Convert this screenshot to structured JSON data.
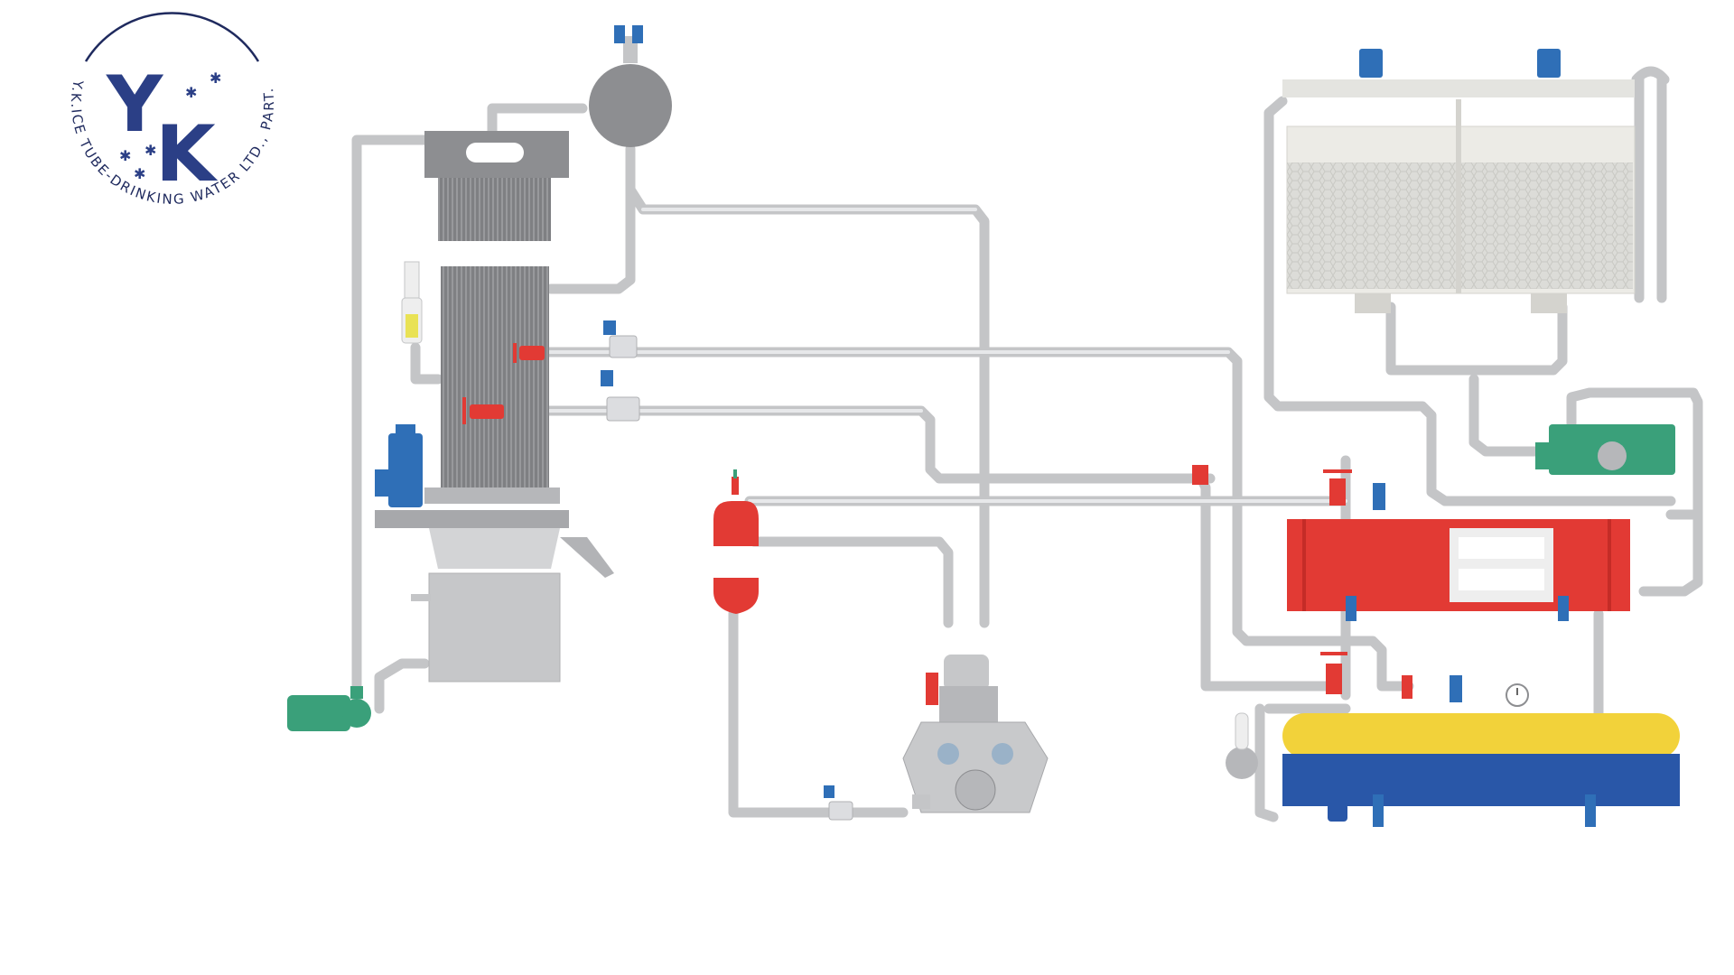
{
  "logo": {
    "initial_y": "Y",
    "initial_k": "K",
    "ring_text": "Y.K.ICE TUBE-DRINKING WATER LTD., PART.",
    "color_primary": "#2b3f86",
    "color_dark": "#1f2a5e"
  },
  "colors": {
    "pipe": "#c4c5c7",
    "valve_red": "#e23a34",
    "actuator_blue": "#2f6fb7",
    "pump_green": "#3aa07a",
    "receiver_yellow": "#f2d23a",
    "receiver_blue": "#2957a8",
    "condenser_red": "#e23a34",
    "ice_machine_gray": "#8d8e91",
    "tower_beige": "#ecebe6"
  },
  "components": [
    {
      "id": "ice-tube-generator",
      "icon": "vertical-shell-tube-evaporator"
    },
    {
      "id": "surge-drum",
      "icon": "separator-drum"
    },
    {
      "id": "water-tank",
      "icon": "ice-collection-tank"
    },
    {
      "id": "water-pump",
      "icon": "centrifugal-pump"
    },
    {
      "id": "cutter-motor",
      "icon": "gear-motor"
    },
    {
      "id": "oil-separator",
      "icon": "oil-separator"
    },
    {
      "id": "compressor",
      "icon": "reciprocating-compressor"
    },
    {
      "id": "cooling-tower",
      "icon": "evaporative-cooling-tower"
    },
    {
      "id": "cooling-water-pump",
      "icon": "centrifugal-pump"
    },
    {
      "id": "condenser",
      "icon": "shell-and-tube-condenser"
    },
    {
      "id": "high-pressure-receiver",
      "icon": "horizontal-receiver"
    },
    {
      "id": "pressure-gauge",
      "icon": "gauge"
    }
  ]
}
